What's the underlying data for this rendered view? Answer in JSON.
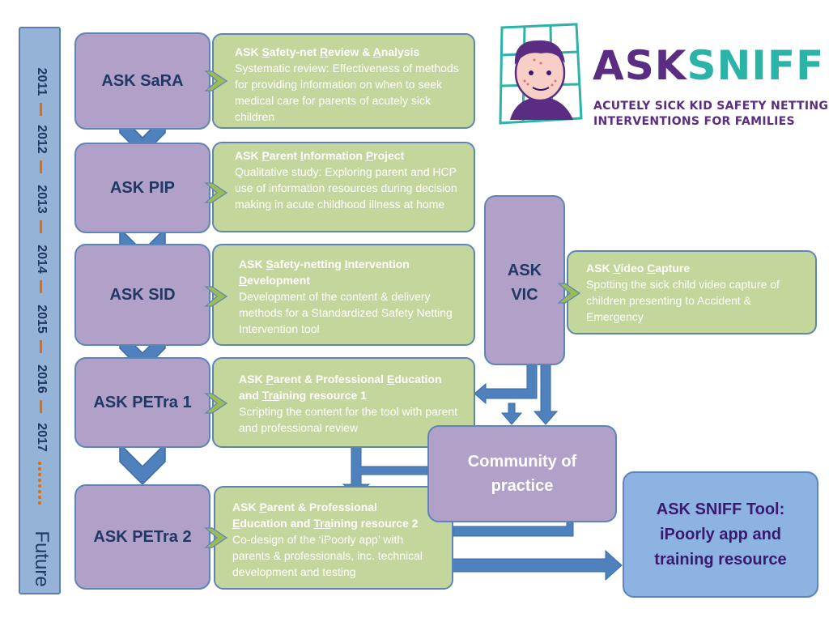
{
  "timeline": {
    "years": [
      "2011",
      "2012",
      "2013",
      "2014",
      "2015",
      "2016",
      "2017"
    ],
    "future_label": "Future"
  },
  "logo": {
    "word_part1": "ASK",
    "word_part2": "SNIFF",
    "subtitle_line1": "ACUTELY SICK KID SAFETY NETTING",
    "subtitle_line2": "INTERVENTIONS FOR FAMILIES"
  },
  "projects": [
    {
      "label": "ASK SaRA",
      "title_runs": [
        {
          "t": "ASK "
        },
        {
          "t": "S",
          "u": true
        },
        {
          "t": "afety-net  "
        },
        {
          "t": "R",
          "u": true
        },
        {
          "t": "eview & "
        },
        {
          "t": "A",
          "u": true
        },
        {
          "t": "nalysis"
        }
      ],
      "description": "Systematic review: Effectiveness of methods for providing information on when to seek medical care for parents of acutely sick children"
    },
    {
      "label": "ASK PIP",
      "title_runs": [
        {
          "t": "ASK "
        },
        {
          "t": "P",
          "u": true
        },
        {
          "t": "arent "
        },
        {
          "t": "I",
          "u": true
        },
        {
          "t": "nformation "
        },
        {
          "t": "P",
          "u": true
        },
        {
          "t": "roject"
        }
      ],
      "description": "Qualitative study: Exploring parent and HCP use of information resources during decision making in acute childhood illness at home"
    },
    {
      "label": "ASK SID",
      "title_runs": [
        {
          "t": "ASK "
        },
        {
          "t": "S",
          "u": true
        },
        {
          "t": "afety-netting "
        },
        {
          "t": "I",
          "u": true
        },
        {
          "t": "ntervention "
        },
        {
          "t": "D",
          "u": true
        },
        {
          "t": "evelopment"
        }
      ],
      "description": "Development of the content & delivery methods for a Standardized Safety Netting Intervention tool"
    },
    {
      "label": "ASK PETra 1",
      "title_runs": [
        {
          "t": "ASK "
        },
        {
          "t": "P",
          "u": true
        },
        {
          "t": "arent & Professional "
        },
        {
          "t": "E",
          "u": true
        },
        {
          "t": "ducation and "
        },
        {
          "t": "Tra",
          "u": true
        },
        {
          "t": "ining resource 1"
        }
      ],
      "description": "Scripting the content for the tool with parent and professional review"
    },
    {
      "label": "ASK PETra 2",
      "title_runs": [
        {
          "t": "ASK "
        },
        {
          "t": "P",
          "u": true
        },
        {
          "t": "arent & Professional "
        },
        {
          "t": "E",
          "u": true
        },
        {
          "t": "ducation and "
        },
        {
          "t": "Tra",
          "u": true
        },
        {
          "t": "ining resource 2"
        }
      ],
      "description": "Co-design of the ‘iPoorly app’ with parents & professionals, inc. technical development and testing"
    }
  ],
  "vic": {
    "label_line1": "ASK",
    "label_line2": "VIC",
    "title_runs": [
      {
        "t": "ASK "
      },
      {
        "t": "V",
        "u": true
      },
      {
        "t": "ideo "
      },
      {
        "t": "C",
        "u": true
      },
      {
        "t": "apture"
      }
    ],
    "description": "Spotting the sick child video capture of children presenting to  Accident & Emergency"
  },
  "community": {
    "line1": "Community of",
    "line2": "practice"
  },
  "tool": {
    "line1": "ASK SNIFF Tool:",
    "line2": "iPoorly app and",
    "line3": "training resource"
  },
  "colors": {
    "purple_box": "#b1a0c7",
    "green_box": "#c3d69b",
    "blue_arrow": "#4f81bd",
    "timeline": "#95b3d7",
    "tick": "#e36c09",
    "logo_purple": "#5b2d82",
    "logo_teal": "#2bb3a8",
    "tool_box": "#8db3e2"
  }
}
